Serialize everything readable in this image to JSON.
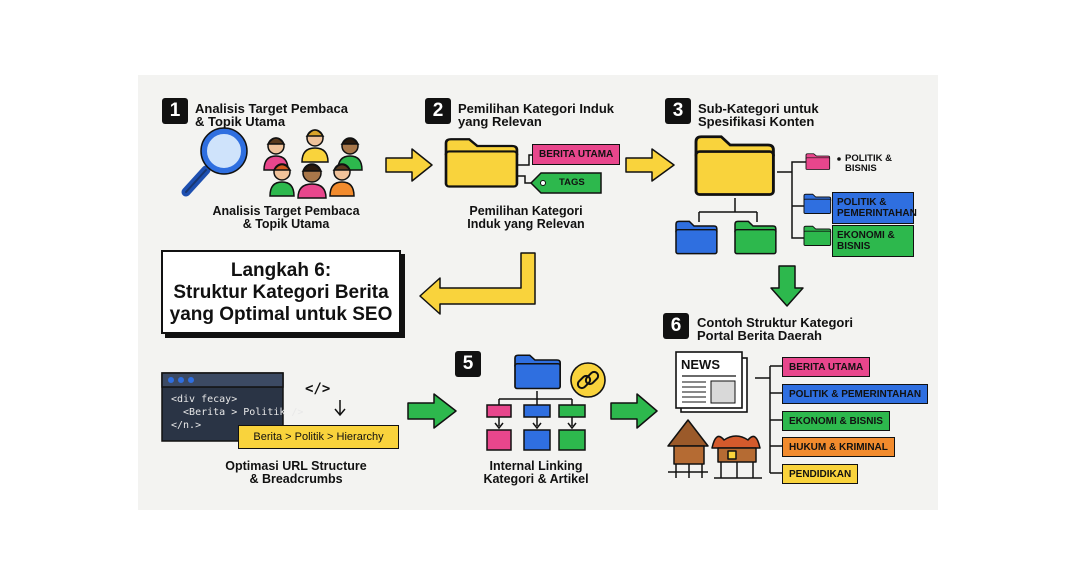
{
  "steps": {
    "s1": {
      "number": "1",
      "title_l1": "Analisis Target Pembaca",
      "title_l2": "& Topik Utama",
      "cap_l1": "Analisis Target Pembaca",
      "cap_l2": "& Topik Utama"
    },
    "s2": {
      "number": "2",
      "title_l1": "Pemilihan Kategori Induk",
      "title_l2": "yang Relevan",
      "cap_l1": "Pemilihan Kategori",
      "cap_l2": "Induk yang Relevan",
      "tag_a": "BERITA UTAMA",
      "tag_b": "TAGS"
    },
    "s3": {
      "number": "3",
      "title_l1": "Sub-Kategori untuk",
      "title_l2": "Spesifikasi Konten",
      "sub_a_l1": "POLITIK &",
      "sub_a_l2": "BISNIS",
      "sub_b_l1": "POLITIK &",
      "sub_b_l2": "PEMERINTAHAN",
      "sub_c_l1": "EKONOMI &",
      "sub_c_l2": "BISNIS"
    },
    "s4": {
      "title_l1": "Langkah 6:",
      "title_l2": "Struktur Kategori Berita",
      "title_l3": "yang Optimal untuk SEO"
    },
    "s5": {
      "number": "5",
      "cap_l1": "Internal Linking",
      "cap_l2": "Kategori & Artikel"
    },
    "s6": {
      "number": "6",
      "title_l1": "Contoh Struktur Kategori",
      "title_l2": "Portal Berita Daerah",
      "newspaper": "NEWS",
      "categories": [
        "BERITA UTAMA",
        "POLITIK & PEMERINTAHAN",
        "EKONOMI & BISNIS",
        "HUKUM & KRIMINAL",
        "PENDIDIKAN"
      ]
    },
    "url": {
      "code_l1": "<div fecay>",
      "code_l2": "  <Berita > Politik />",
      "code_l3": "</n.>",
      "tag_symbol": "</>",
      "breadcrumb": "Berita > Politik > Hierarchy",
      "cap_l1": "Optimasi URL Structure",
      "cap_l2": "& Breadcrumbs"
    }
  },
  "colors": {
    "yellow": "#f9d33c",
    "green": "#2db84d",
    "blue": "#2f6fe0",
    "pink": "#e8468c",
    "orange": "#f28b2d",
    "panel": "#f3f3f1"
  },
  "icons": [
    "magnifier-icon",
    "people-icon",
    "folder-icon",
    "link-icon",
    "code-window-icon",
    "newspaper-icon",
    "house-icon",
    "arrow-icon"
  ]
}
